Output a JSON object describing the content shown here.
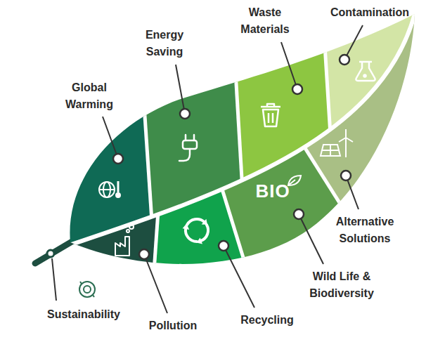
{
  "diagram": {
    "labels": [
      "Global Warming",
      "Energy Saving",
      "Waste Materials",
      "Contamination",
      "Alternative Solutions",
      "Wild Life & Biodiversity",
      "Recycling",
      "Pollution",
      "Sustainability",
      "BIO"
    ]
  }
}
